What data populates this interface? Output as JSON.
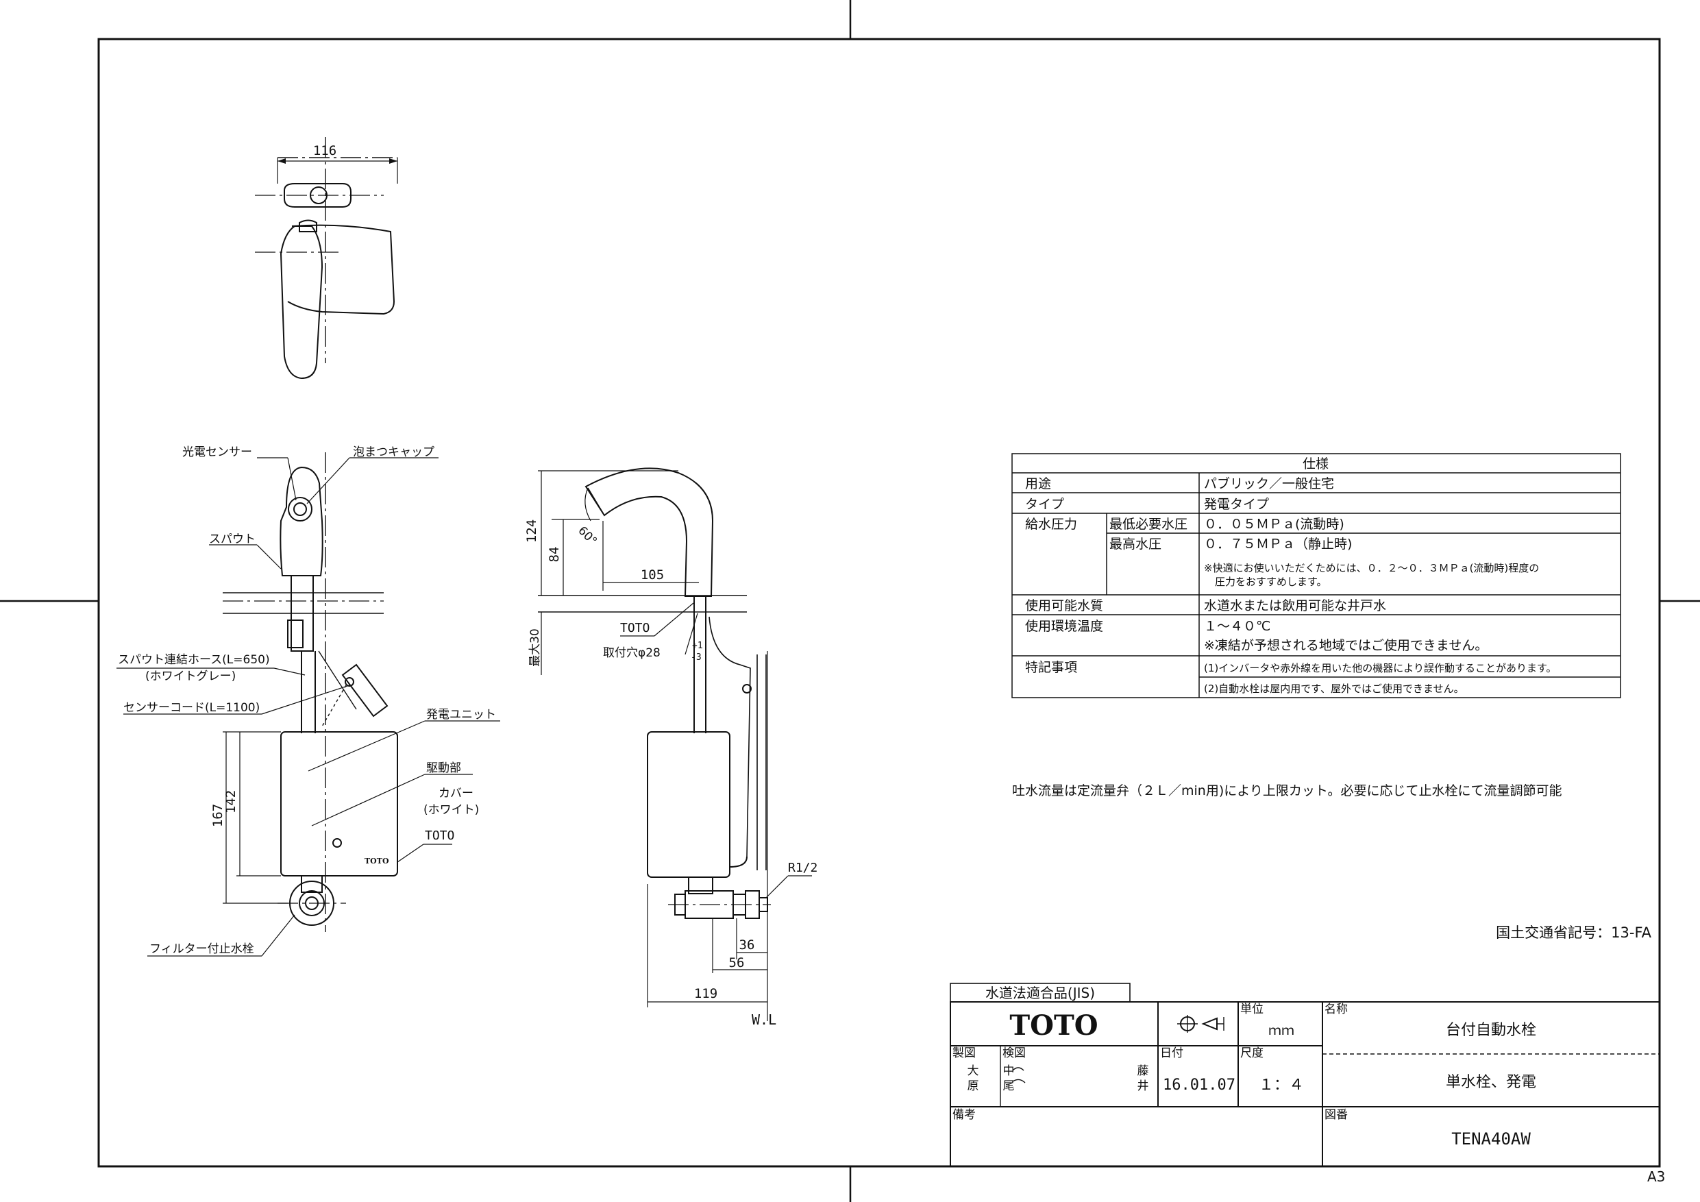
{
  "labels": {
    "photo_sensor": "光電センサー",
    "foam_cap": "泡まつキャップ",
    "spout": "スパウト",
    "spout_hose": "スパウト連結ホース(L=650)",
    "spout_hose_color": "(ホワイトグレー)",
    "sensor_cord": "センサーコード(L=1100)",
    "generator_unit": "発電ユニット",
    "drive_unit": "駆動部",
    "cover": "カバー",
    "cover_color": "(ホワイト)",
    "brand_mark": "TOTO",
    "filter_valve": "フィルター付止水栓",
    "side_brand": "TOTO",
    "mounting_hole": "取付穴φ28",
    "tol_plus": "+1",
    "tol_minus": "-3",
    "thread": "R1/2",
    "water_line": "W.L",
    "angle": "60°"
  },
  "dimensions": {
    "top_width": "116",
    "d124": "124",
    "d84": "84",
    "d105": "105",
    "max30": "最大30",
    "d167": "167",
    "d142": "142",
    "d36": "36",
    "d56": "56",
    "d119": "119"
  },
  "spec": {
    "title": "仕様",
    "rows": [
      {
        "label": "用途",
        "sub": "",
        "value": "パブリック／一般住宅"
      },
      {
        "label": "タイプ",
        "sub": "",
        "value": "発電タイプ"
      },
      {
        "label": "給水圧力",
        "sub": "最低必要水圧",
        "value": "０．０５ＭＰａ(流動時)"
      },
      {
        "label": "",
        "sub": "最高水圧",
        "value": "０．７５ＭＰａ（静止時)"
      },
      {
        "label": "",
        "sub": "",
        "value": "※快適にお使いいただくためには、０．２～０．３ＭＰａ(流動時)程度の"
      },
      {
        "label": "",
        "sub": "",
        "value": "圧力をおすすめします。"
      },
      {
        "label": "使用可能水質",
        "sub": "",
        "value": "水道水または飲用可能な井戸水"
      },
      {
        "label": "使用環境温度",
        "sub": "",
        "value": "１～４０℃"
      },
      {
        "label": "",
        "sub": "",
        "value": "※凍結が予想される地域ではご使用できません。"
      },
      {
        "label": "特記事項",
        "sub": "",
        "value": "(1)インバータや赤外線を用いた他の機器により誤作動することがあります。"
      },
      {
        "label": "",
        "sub": "",
        "value": "(2)自動水栓は屋内用です、屋外ではご使用できません。"
      }
    ]
  },
  "note": "吐水流量は定流量弁（２Ｌ／min用)により上限カット。必要に応じて止水栓にて流量調節可能",
  "approval_code": "国土交通省記号：13-FA",
  "title_block": {
    "jis": "水道法適合品(JIS)",
    "logo": "TOTO",
    "unit_label": "単位",
    "unit": "ｍｍ",
    "name_label": "名称",
    "name_line1": "台付自動水栓",
    "name_line2": "単水栓、発電",
    "drawn_label": "製図",
    "drawn_by_1": "大",
    "drawn_by_2": "原",
    "checked_label": "検図",
    "checked_by_1": "中",
    "checked_by_2": "尾",
    "approved_by_1": "藤",
    "approved_by_2": "井",
    "date_label": "日付",
    "date": "16.01.07",
    "scale_label": "尺度",
    "scale": "１：４",
    "remarks_label": "備考",
    "drawing_no_label": "図番",
    "drawing_no": "TENA40AW"
  },
  "sheet_size": "A3"
}
